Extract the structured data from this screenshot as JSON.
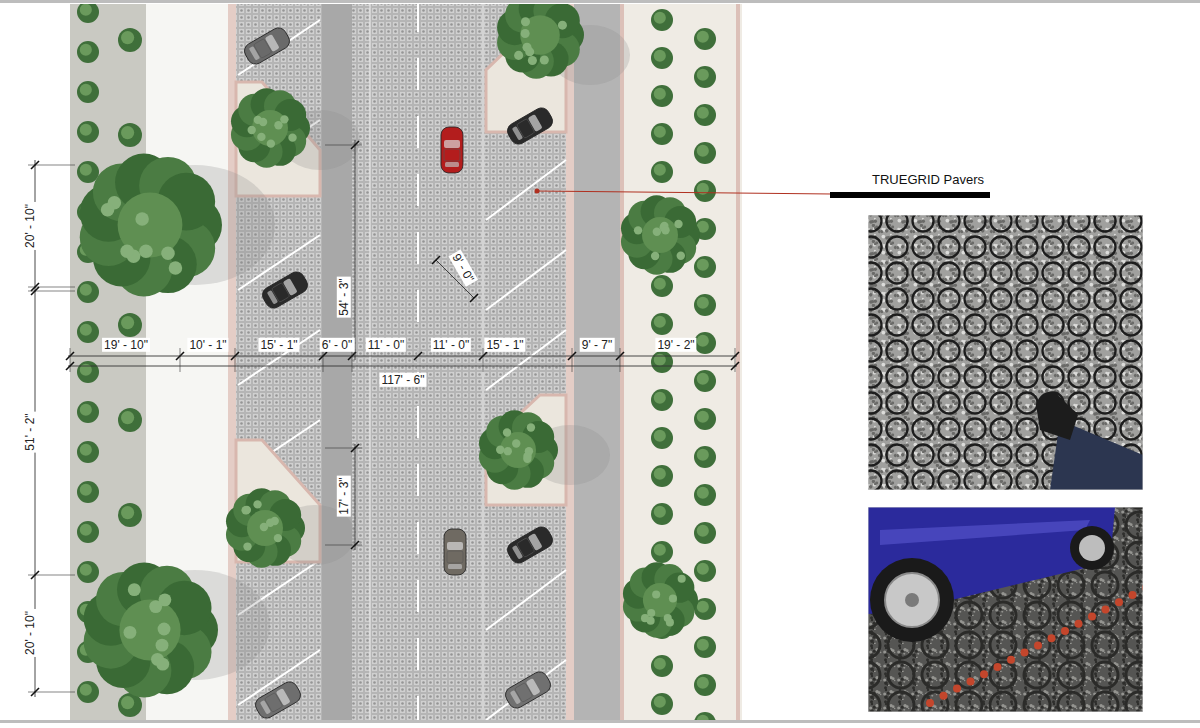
{
  "diagram": {
    "labels": [
      "TRUEGRID Pavers",
      "20' - 10\"",
      "54' - 3\"",
      "9' - 0\"",
      "19' - 10\"",
      "10' - 1\"",
      "15' - 1\"",
      "6' - 0\"",
      "11' - 0\"",
      "11' - 0\"",
      "15' - 1\"",
      "9' - 7\"",
      "19' - 2\"",
      "117' - 6\"",
      "51' - 2\"",
      "17' - 3\"",
      "20' - 10\""
    ]
  }
}
